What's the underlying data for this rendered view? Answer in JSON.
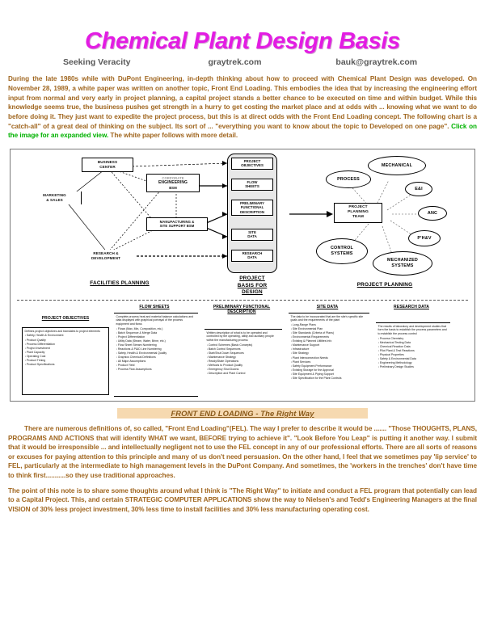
{
  "header": {
    "title": "Chemical Plant Design Basis",
    "author": "Seeking Veracity",
    "website": "graytrek.com",
    "email": "bauk@graytrek.com",
    "title_color": "#e31ce3"
  },
  "intro": {
    "text": "During the late 1980s while with DuPont Engineering, in-depth thinking about how to proceed with Chemical Plant Design was developed.  On November 28, 1989, a white paper was written on another topic, Front End Loading.  This embodies the idea that by increasing the engineering effort input from normal and very early in project planning, a capital project stands a better chance to be executed on time and within budget.  While this knowledge seems true, the business pushes get strength in a hurry to get costing the market place and at odds with ... knowing what we want to do before doing it.  They just want to expedite the project process, but this is at direct odds with the Front End Loading concept.  The following chart is a \"catch-all\" of a great deal of thinking on the subject.  Its sort of ... \"everything you want to know about the topic to Developed on one page\".  ",
    "link_text": "Click on the image for an expanded view.",
    "tail_text": "  The white paper follows with more detail.",
    "text_color": "#a0661f",
    "link_color": "#00b200"
  },
  "diagram": {
    "facilities": {
      "label": "FACILITIES PLANNING",
      "nodes": [
        {
          "name": "business-center",
          "line1": "BUSINESS",
          "line2": "CENTER"
        },
        {
          "name": "marketing-sales",
          "line1": "MARKETING",
          "line2": "& SALES"
        },
        {
          "name": "engineering-bsm",
          "line1": "CORPORATE",
          "line2": "ENGINEERING",
          "line3": "BSM"
        },
        {
          "name": "manufacturing-site",
          "line1": "MANUFACTURING &",
          "line2": "SITE SUPPORT   BSM"
        },
        {
          "name": "research-development",
          "line1": "RESEARCH &",
          "line2": "DEVELOPMENT"
        }
      ]
    },
    "basis": {
      "label_line1": "PROJECT",
      "label_line2": "BASIS FOR",
      "label_line3": "DESIGN",
      "items": [
        {
          "name": "project-objectives",
          "line1": "PROJECT",
          "line2": "OBJECTIVES"
        },
        {
          "name": "flow-sheets",
          "line1": "FLOW",
          "line2": "SHEETS"
        },
        {
          "name": "preliminary-functional-description",
          "line1": "PRELIMINARY",
          "line2": "FUNCTIONAL",
          "line3": "DESCRIPTION"
        },
        {
          "name": "site-data",
          "line1": "SITE",
          "line2": "DATA"
        },
        {
          "name": "research-data",
          "line1": "RESEARCH",
          "line2": "DATA"
        }
      ]
    },
    "planning": {
      "label": "PROJECT PLANNING",
      "center": {
        "line1": "PROJECT",
        "line2": "PLANNING",
        "line3": "TEAM"
      },
      "disciplines": [
        {
          "name": "process",
          "label": "PROCESS"
        },
        {
          "name": "mechanical",
          "label": "MECHANICAL"
        },
        {
          "name": "e-and-i",
          "label": "E&I"
        },
        {
          "name": "anc",
          "label": "ANC"
        },
        {
          "name": "ph-and-v",
          "label": "P'H&V"
        },
        {
          "name": "mechanized-systems",
          "label": "MECHANIZED SYSTEMS"
        },
        {
          "name": "control-systems",
          "label": "CONTROL SYSTEMS"
        }
      ]
    },
    "tables": [
      {
        "name": "project-objectives-table",
        "title": "PROJECT OBJECTIVES",
        "lead": "Defines project objectives and translates to project elements",
        "items": [
          "Safety, Health & Environment",
          "Product Quality",
          "Process Differentiation",
          "Project Investment",
          "Plant Capacity",
          "Operating Cost",
          "Product Timing",
          "Product Specifications"
        ]
      },
      {
        "name": "flow-sheets-table",
        "title": "FLOW SHEETS",
        "lead": "Complete process heat and material balance calculations and data displayed with graphical portrayal of the process equipment and flows",
        "items": [
          "Flows (Max, Min, Composition, etc.)",
          "Batch Sequence & Merge Data",
          "Project Differentiation",
          "Utility Data (Steam, Water, Brine, etc.)",
          "Flow Sheet Stream Numbering",
          "Reactions & P&ID Line Numbering",
          "Safety, Health & Environmental Quality",
          "Graphics Chemical Definitions",
          "All Major Assumptions",
          "Product Yield",
          "Process Flow Assumptions"
        ]
      },
      {
        "name": "preliminary-functional-description-table",
        "title": "PRELIMINARY FUNCTIONAL DESCRIPTION",
        "lead": "Written description of what is to be operated and controlled by the operating, utility and auxiliary people within the manufacturing process",
        "items": [
          "Control Schemes (Basic Concepts)",
          "Batch Control Sequences",
          "Start/Shut Down Sequences",
          "Maintenance Strategy",
          "Ready/State Operations",
          "Methods to Product Quality",
          "Emergency Shut Downs",
          "Description and Plant Control"
        ]
      },
      {
        "name": "site-data-table",
        "title": "SITE DATA",
        "lead": "The data to be incorporated that are the site's specific site goals and the requirements of the plant",
        "items": [
          "Long-Range Plans",
          "Site Environmental Plan",
          "Site Standards (Criteria of Plans)",
          "Environmental Requirements",
          "Existing & Planned Utilities Info",
          "Maintenance Support",
          "Infrastructure",
          "Site Strategy",
          "Plant Interconnection Needs",
          "Plant Services",
          "Safety Equipment Performance",
          "Existing Storage for the Approval",
          "Site Equipment & Piping Support",
          "Site Specification for the Plant Controls"
        ]
      },
      {
        "name": "research-data-table",
        "title": "RESEARCH DATA",
        "lead": "The results of laboratory and development studies that form the basis to establish the process parameters and to establish the process control",
        "items": [
          "Process Chemistry",
          "Mechanical Testing Data",
          "Chemical Reaction Data",
          "Pilot Plant & Test Reactions",
          "Physical Properties",
          "Safety & Environmental Data",
          "Engineering Methodology",
          "Preliminary Design Studies"
        ]
      }
    ]
  },
  "section": {
    "heading": "FRONT END LOADING - The Right Way",
    "paragraph1": "There are numerous definitions of, so called, \"Front End Loading\"(FEL).  The way I prefer to describe it would be ....... \"Those THOUGHTS, PLANS, PROGRAMS AND ACTIONS that will identify WHAT we want, BEFORE trying to achieve it\".  \"Look Before You Leap\" is putting it another way.  I submit that it would be irresponsible ... and intellectually negligent not to use the FEL concept in any of our professional efforts.  There are all sorts of reasons or excuses for paying attention to this principle and many of us don't need persuasion.  On the other hand, I feel that we  sometimes pay 'lip service' to FEL, particularly at the intermediate to high management levels in the DuPont Company.  And sometimes, the 'workers in the trenches' don't have time to think first...........so they use traditional approaches.",
    "paragraph2": "The point of this note is to share some thoughts around what I think is \"The Right Way\" to initiate and conduct a FEL program that potentially can lead to a Capital Project.  This, and certain STRATEGIC COMPUTER APPLICATIONS show the way to Nielsen's and Tedd's Engineering Managers at the final VISION of 30% less project investment, 30% less time to install facilities and 30% less manufacturing operating cost."
  }
}
